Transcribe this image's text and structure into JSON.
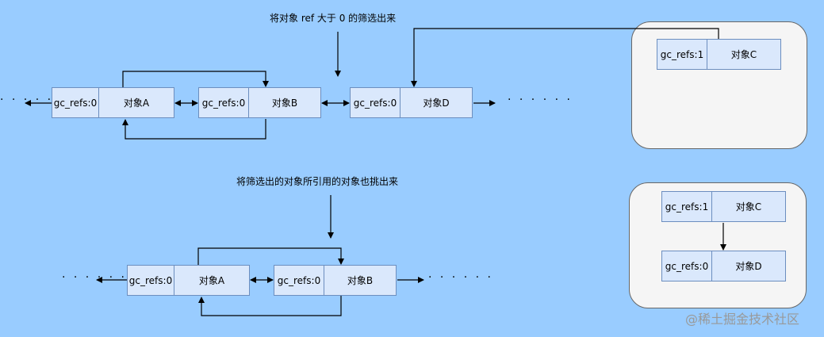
{
  "captions": {
    "top": "将对象 ref 大于 0 的筛选出来",
    "bottom": "将筛选出的对象所引用的对象也挑出来"
  },
  "ellipsis": "· · · · · ·",
  "top_row": {
    "a": {
      "refs": "gc_refs:0",
      "name": "对象A"
    },
    "b": {
      "refs": "gc_refs:0",
      "name": "对象B"
    },
    "d": {
      "refs": "gc_refs:0",
      "name": "对象D"
    }
  },
  "panel_top": {
    "c": {
      "refs": "gc_refs:1",
      "name": "对象C"
    }
  },
  "bottom_row": {
    "a": {
      "refs": "gc_refs:0",
      "name": "对象A"
    },
    "b": {
      "refs": "gc_refs:0",
      "name": "对象B"
    }
  },
  "panel_bottom": {
    "c": {
      "refs": "gc_refs:1",
      "name": "对象C"
    },
    "d": {
      "refs": "gc_refs:0",
      "name": "对象D"
    }
  },
  "watermark": "@稀土掘金技术社区",
  "colors": {
    "background": "#99CCFF",
    "node_fill": "#dae8fc",
    "node_border": "#6c8ebf",
    "panel_fill": "#f5f5f5"
  }
}
